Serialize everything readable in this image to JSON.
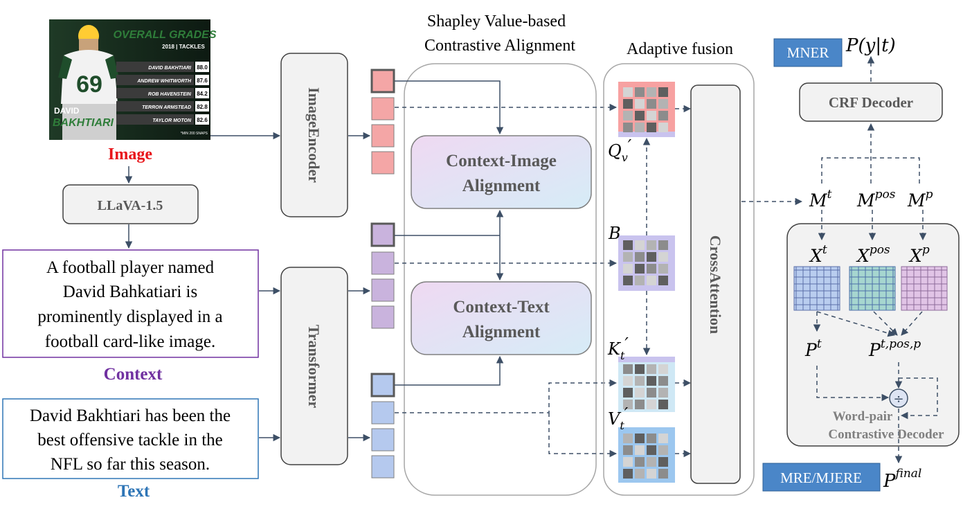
{
  "image_block": {
    "label": "Image",
    "label_color": "#e8161b",
    "card": {
      "title_line1": "OVERALL GRADES",
      "title_line2": "2018 | TACKLES",
      "player_number": "69",
      "player_first": "DAVID",
      "player_last": "BAKHTIARI",
      "footnote": "*MIN 200 SNAPS",
      "rows": [
        {
          "name": "DAVID BAKHTIARI",
          "grade": "88.0"
        },
        {
          "name": "ANDREW WHITWORTH",
          "grade": "87.6"
        },
        {
          "name": "ROB HAVENSTEIN",
          "grade": "84.2"
        },
        {
          "name": "TERRON ARMSTEAD",
          "grade": "82.8"
        },
        {
          "name": "TAYLOR MOTON",
          "grade": "82.6"
        }
      ]
    }
  },
  "llava": {
    "label": "LLaVA-1.5"
  },
  "context_block": {
    "lines": [
      "A football player named",
      "David Bahkatiari is",
      "prominently displayed in a",
      "football card-like image."
    ],
    "label": "Context",
    "label_color": "#7030a0"
  },
  "text_block": {
    "lines": [
      "David Bakhtiari has been the",
      "best offensive tackle in the",
      "NFL so far this season."
    ],
    "label": "Text",
    "label_color": "#2e75b6"
  },
  "encoders": {
    "image": "ImageEncoder",
    "text": "Transformer"
  },
  "alignment": {
    "title_line1": "Shapley Value-based",
    "title_line2": "Contrastive Alignment",
    "context_image": [
      "Context-Image",
      "Alignment"
    ],
    "context_text": [
      "Context-Text",
      "Alignment"
    ]
  },
  "fusion": {
    "title": "Adaptive fusion",
    "q_label": "Q",
    "q_sub": "v",
    "b_label": "B",
    "k_label": "K",
    "k_sub": "t",
    "v_label": "V",
    "v_sub": "t",
    "prime": "′",
    "cross_attention": "CrossAttention"
  },
  "decoder": {
    "mner_badge": "MNER",
    "py_t": "P(y|t)",
    "crf": "CRF Decoder",
    "m_t": "M",
    "m_t_sup": "t",
    "m_pos": "M",
    "m_pos_sup": "pos",
    "m_p": "M",
    "m_p_sup": "p",
    "x_t": "X",
    "x_t_sup": "t",
    "x_pos": "X",
    "x_pos_sup": "pos",
    "x_p": "X",
    "x_p_sup": "p",
    "p_t": "P",
    "p_t_sup": "t",
    "p_tposp": "P",
    "p_tposp_sup": "t,pos,p",
    "divide_symbol": "÷",
    "word_pair_line1": "Word-pair",
    "word_pair_line2": "Contrastive Decoder",
    "mre_badge": "MRE/MJERE",
    "p_final": "P",
    "p_final_sup": "final"
  },
  "colors": {
    "image_token": "#f4a6a6",
    "context_token": "#c9b3dd",
    "text_token": "#b5c9ee",
    "badge_blue": "#4a86c8",
    "arrow": "#3d4f66"
  }
}
